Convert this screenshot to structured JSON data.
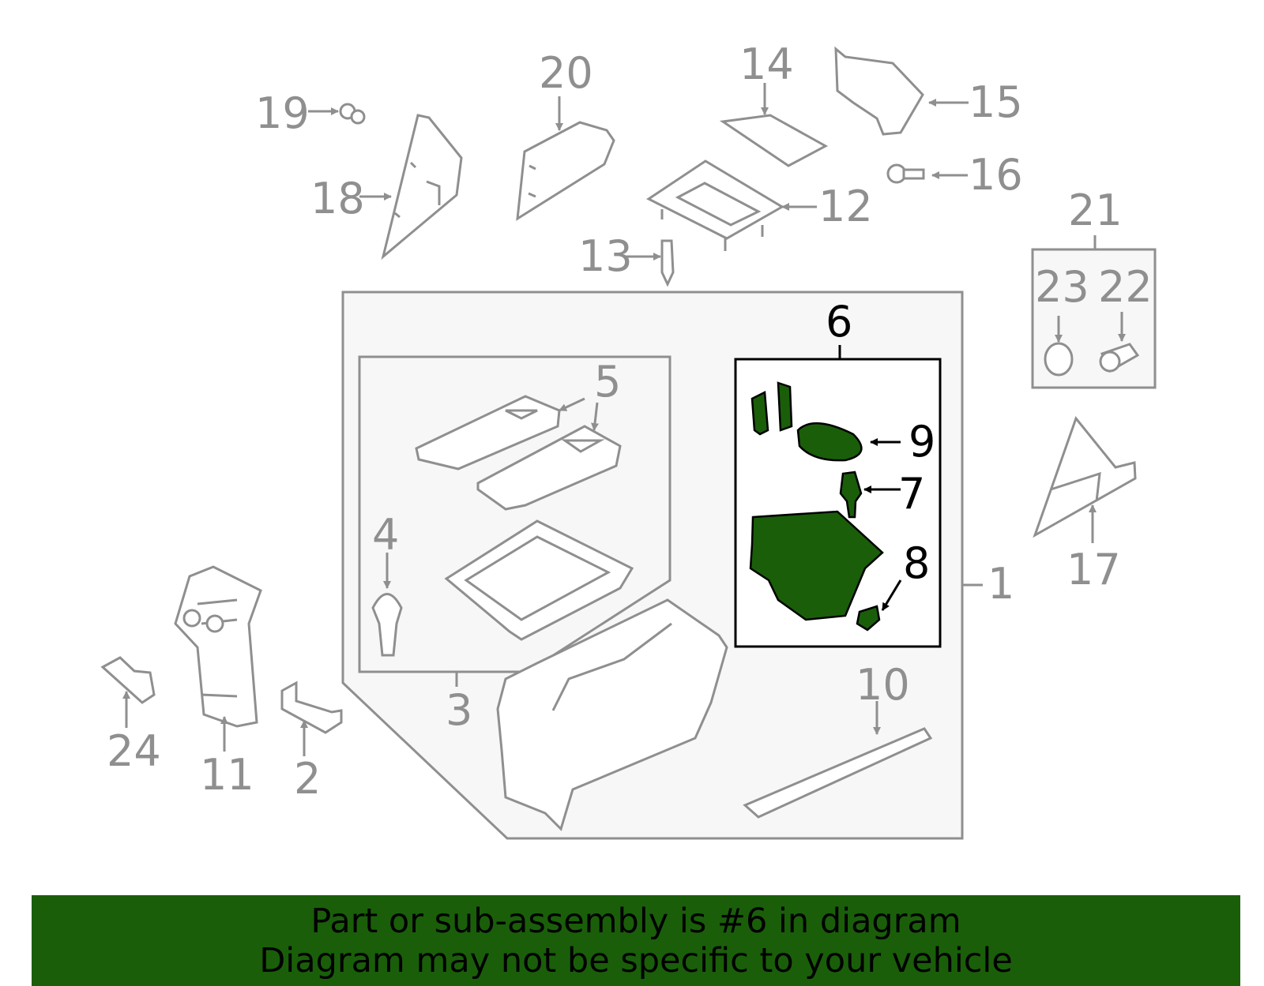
{
  "diagram": {
    "highlight_color": "#1a5e0a",
    "part_fill_color": "#f7f7f7",
    "line_color": "#8f8f8f",
    "callouts": {
      "c1": "1",
      "c2": "2",
      "c3": "3",
      "c4": "4",
      "c5": "5",
      "c6": "6",
      "c7": "7",
      "c8": "8",
      "c9": "9",
      "c10": "10",
      "c11": "11",
      "c12": "12",
      "c13": "13",
      "c14": "14",
      "c15": "15",
      "c16": "16",
      "c17": "17",
      "c18": "18",
      "c19": "19",
      "c20": "20",
      "c21": "21",
      "c22": "22",
      "c23": "23",
      "c24": "24"
    },
    "highlighted_part": "6"
  },
  "banner": {
    "line1": "Part or sub-assembly is #6 in diagram",
    "line2": "Diagram may not be specific to your vehicle",
    "background": "#1a5e0a"
  }
}
